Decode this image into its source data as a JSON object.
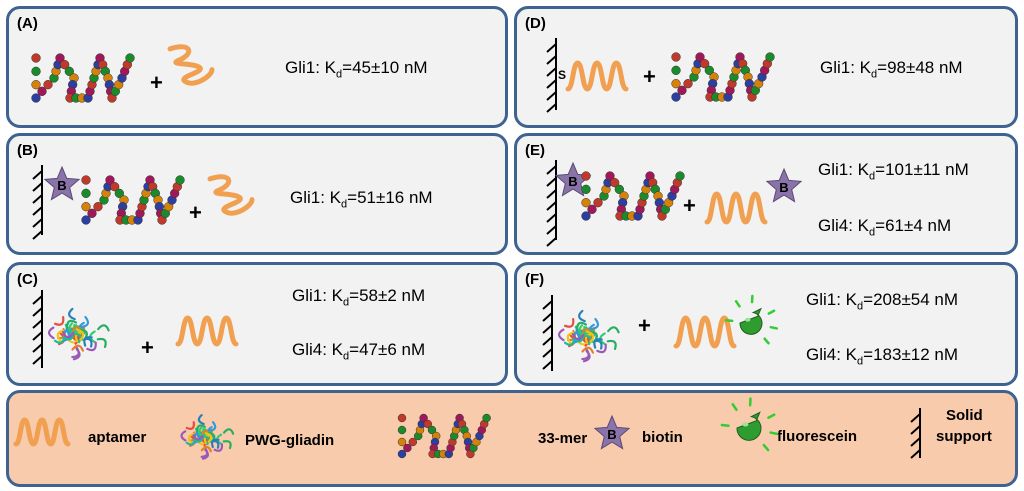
{
  "panels": [
    {
      "id": "A",
      "label": "(A)",
      "kd": [
        {
          "target": "Gli1: K",
          "sub": "d",
          "value": "=45±10 nM"
        }
      ]
    },
    {
      "id": "B",
      "label": "(B)",
      "kd": [
        {
          "target": "Gli1: K",
          "sub": "d",
          "value": "=51±16 nM"
        }
      ]
    },
    {
      "id": "C",
      "label": "(C)",
      "kd": [
        {
          "target": "Gli1: K",
          "sub": "d",
          "value": "=58±2 nM"
        },
        {
          "target": "Gli4: K",
          "sub": "d",
          "value": "=47±6 nM"
        }
      ]
    },
    {
      "id": "D",
      "label": "(D)",
      "kd": [
        {
          "target": "Gli1: K",
          "sub": "d",
          "value": "=98±48 nM"
        }
      ]
    },
    {
      "id": "E",
      "label": "(E)",
      "kd": [
        {
          "target": "Gli1: K",
          "sub": "d",
          "value": "=101±11 nM"
        },
        {
          "target": "Gli4: K",
          "sub": "d",
          "value": "=61±4 nM"
        }
      ]
    },
    {
      "id": "F",
      "label": "(F)",
      "kd": [
        {
          "target": "Gli1: K",
          "sub": "d",
          "value": "=208±54 nM"
        },
        {
          "target": "Gli4: K",
          "sub": "d",
          "value": "=183±12 nM"
        }
      ]
    }
  ],
  "symbols": {
    "plus": "+",
    "biotin_letter": "B",
    "thiol_letter": "S"
  },
  "legend": {
    "aptamer": "aptamer",
    "gliadin": "PWG-gliadin",
    "peptide": "33-mer",
    "biotin": "biotin",
    "fluorescein": "fluorescein",
    "support_line1": "Solid",
    "support_line2": "support"
  },
  "colors": {
    "panel_bg": "#f2f2f2",
    "panel_border": "#3e6391",
    "legend_bg": "#f8cbad",
    "aptamer": "#f0a050",
    "biotin": "#8a73a8",
    "fluorescein": "#2e9c2e",
    "bead_colors": [
      "#c0392b",
      "#1a8a2a",
      "#d4820a",
      "#2b3fa0",
      "#a0185a"
    ]
  }
}
